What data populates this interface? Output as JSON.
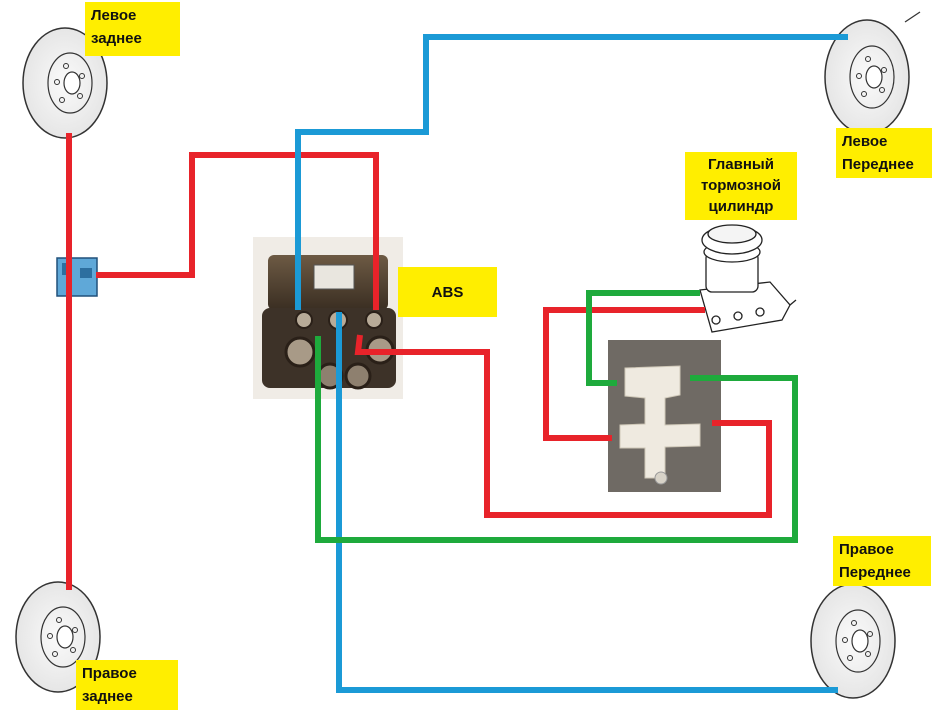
{
  "labels": {
    "rear_left": [
      "Левое",
      "заднее"
    ],
    "rear_right": [
      "Правое",
      "заднее"
    ],
    "front_left": [
      "Левое",
      "Переднее"
    ],
    "front_right": [
      "Правое",
      "Переднее"
    ],
    "master_cylinder": [
      "Главный",
      "тормозной",
      "цилиндр"
    ],
    "abs": "ABS"
  },
  "colors": {
    "red_line": "#e8232a",
    "blue_line": "#1b9ad6",
    "green_line": "#1eaa3c",
    "label_bg": "#ffee00"
  }
}
